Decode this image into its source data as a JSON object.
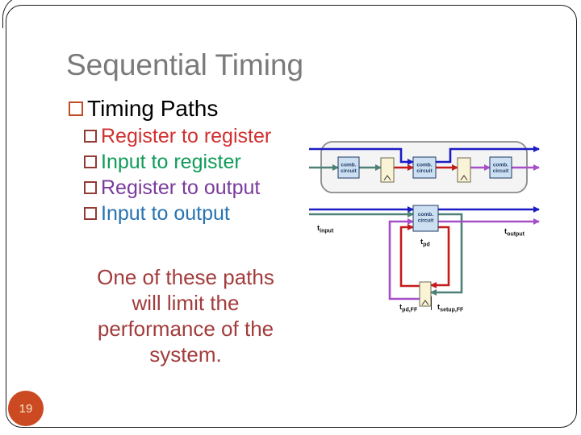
{
  "slide": {
    "title": "Sequential Timing",
    "page_number": "19",
    "timing_paths": {
      "label": "Timing Paths",
      "bullet_colors": {
        "level1": "#bf4b27",
        "level2": "#943a34"
      },
      "items": [
        {
          "label": "Register to register",
          "color": "#d23030"
        },
        {
          "label": "Input to register",
          "color": "#0f9b58"
        },
        {
          "label": "Register to output",
          "color": "#7a3b9b"
        },
        {
          "label": "Input to output",
          "color": "#2873b2"
        }
      ]
    },
    "note": {
      "lines": [
        "One of these paths",
        "will limit the",
        "performance of the",
        "system."
      ],
      "color": "#a23c3c"
    }
  },
  "diagram": {
    "comb_label": {
      "line1": "comb.",
      "line2": "circuit"
    },
    "labels": {
      "t_input": {
        "base": "t",
        "sub": "input"
      },
      "t_pd": {
        "base": "t",
        "sub": "pd"
      },
      "t_output": {
        "base": "t",
        "sub": "output"
      },
      "t_pd_ff": {
        "base": "t",
        "sub": "pd,FF"
      },
      "t_setup_ff": {
        "base": "t",
        "sub": "setup,FF"
      }
    },
    "colors": {
      "input_to_output": "#1c1cc4",
      "input_to_register": "#4d8076",
      "register_to_register": "#c41b1b",
      "register_to_output": "#a64fc8",
      "comb_fill": "#cce0f2",
      "comb_stroke": "#1f3864",
      "register_fill": "#fbf3d5",
      "register_stroke": "#6a6a50",
      "container_fill": "#f4f4f4",
      "container_stroke": "#8a8a8a",
      "label_color": "#111111"
    }
  }
}
